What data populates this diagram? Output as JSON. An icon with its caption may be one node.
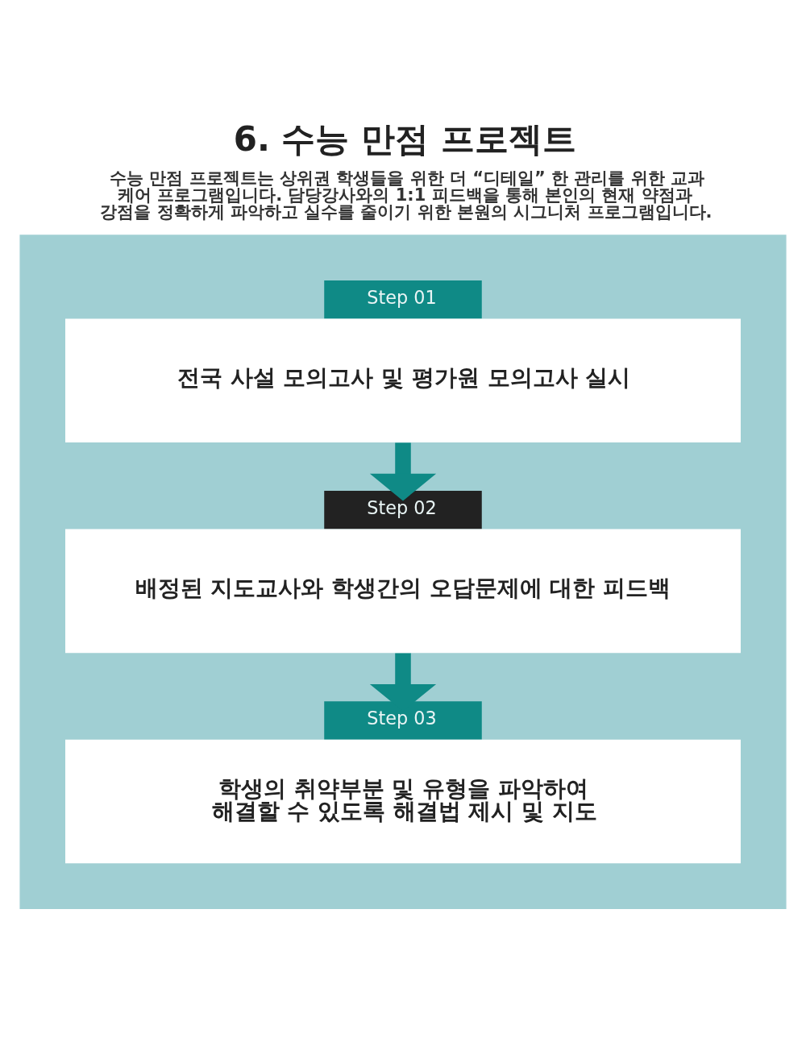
{
  "diagram": {
    "title": "6. 수능 만점 프로젝트",
    "nodes": [
      {
        "text": [],
        "shape": "box"
      },
      {
        "text": [
          "Step 01",
          "전국 사설 모의고사 및 평가원 모의고사 실시"
        ],
        "in": 0
      },
      {
        "text": [
          "Step 02",
          "배정된 지도교사와 학생간의 오답문제에 대한 피드백"
        ],
        "in": 0
      },
      {
        "text": [
          "Step 03",
          "학생의 취약부분 및 유형을 파악하여 해결할 수 있도록 해결법 제시 및 지도"
        ],
        "in": 0
      }
    ],
    "edges": [
      {
        "from": 1,
        "to": 2,
        "arrow": "to"
      },
      {
        "from": 2,
        "to": 3,
        "arrow": "to"
      }
    ],
    "labels": [
      "수능 만점 프로젝트는 상위권 학생들을 위한 더 “디테일” 한 관리를 위한 교과 케어 프로그램입니다. 담당강사와의 1:1 피드백을 통해 본인의 현재 약점과 강점을 정확하게 파악하고 실수를 줄이기 위한 본원의 시그니처 프로그램입니다."
    ]
  }
}
